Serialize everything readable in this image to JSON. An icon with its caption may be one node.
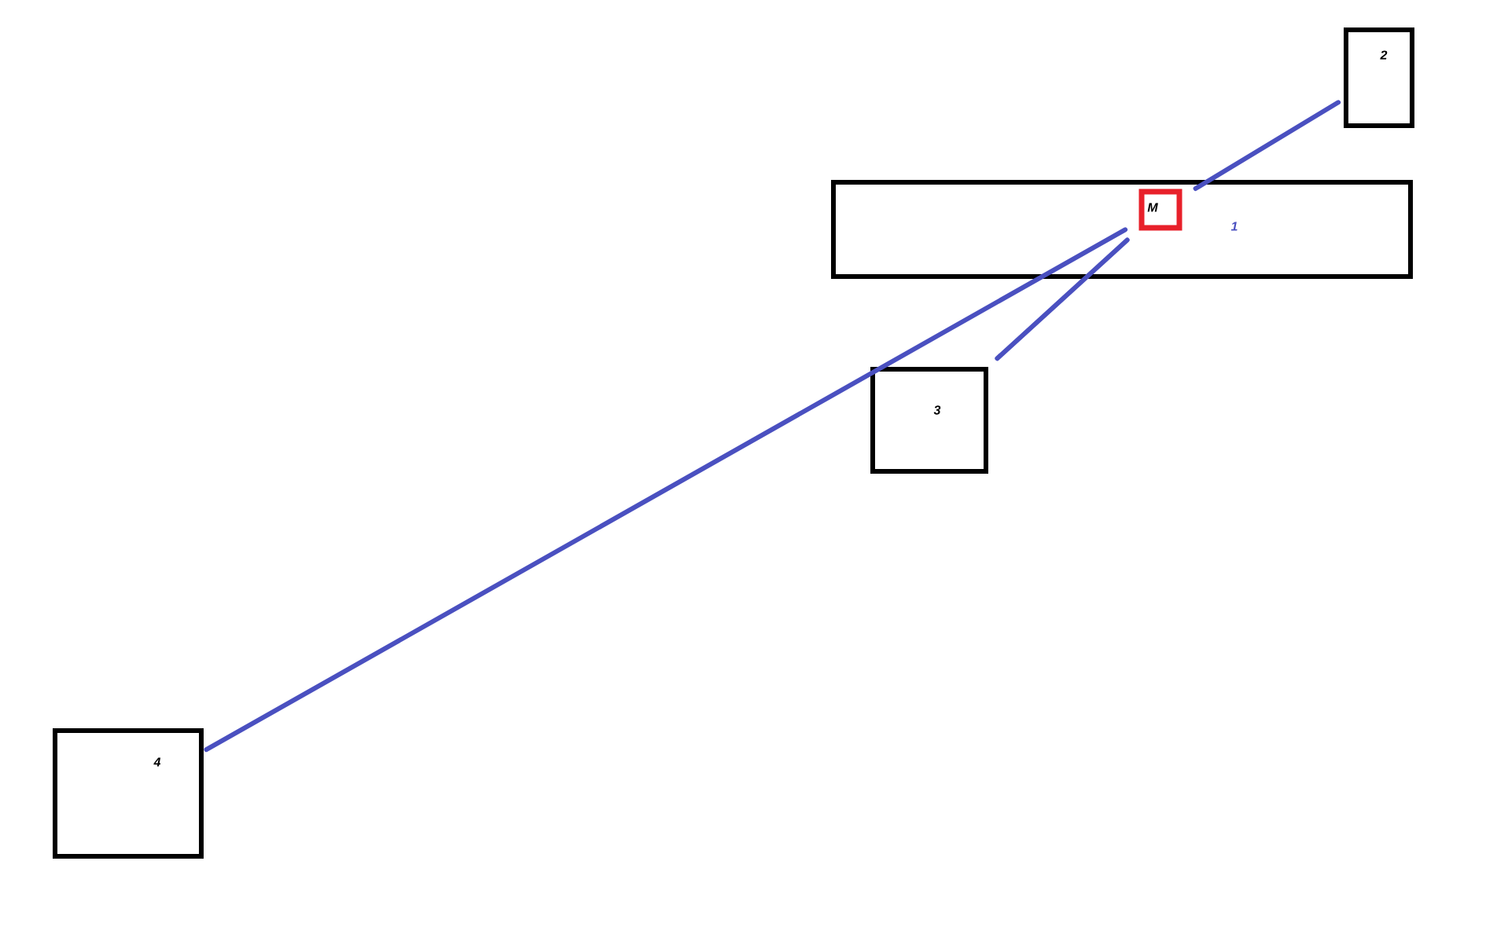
{
  "diagram": {
    "nodes": [
      {
        "text": [
          "1"
        ]
      },
      {
        "text": [
          "M"
        ],
        "in": 0
      },
      {
        "text": [
          "2"
        ]
      },
      {
        "text": [
          "3"
        ]
      },
      {
        "text": [
          "4"
        ]
      }
    ],
    "edges": [
      {
        "from": 1,
        "to": 2,
        "arrow": "none"
      },
      {
        "from": 3,
        "to": 1,
        "arrow": "none"
      },
      {
        "from": 4,
        "to": 1,
        "arrow": "none"
      }
    ]
  }
}
